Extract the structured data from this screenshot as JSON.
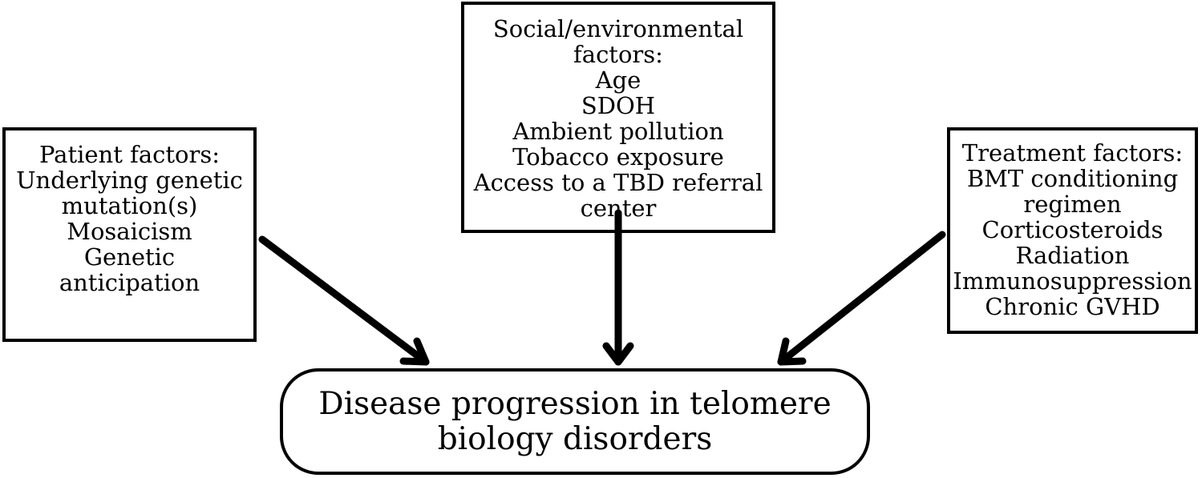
{
  "patient_factors": {
    "lines": [
      "Patient factors:",
      "Underlying genetic",
      "mutation(s)",
      "Mosaicism",
      "Genetic",
      "anticipation"
    ]
  },
  "social_factors": {
    "lines": [
      "Social/environmental",
      "factors:",
      "Age",
      "SDOH",
      "Ambient pollution",
      "Tobacco exposure",
      "Access to a TBD referral",
      "center"
    ]
  },
  "treatment_factors": {
    "lines": [
      "Treatment factors:",
      "BMT conditioning",
      "regimen",
      "Corticosteroids",
      "Radiation",
      "Immunosuppression",
      "Chronic GVHD"
    ]
  },
  "outcome": {
    "lines": [
      "Disease progression in telomere",
      "biology disorders"
    ]
  },
  "colors": {
    "stroke": "#000000",
    "background": "#ffffff"
  }
}
